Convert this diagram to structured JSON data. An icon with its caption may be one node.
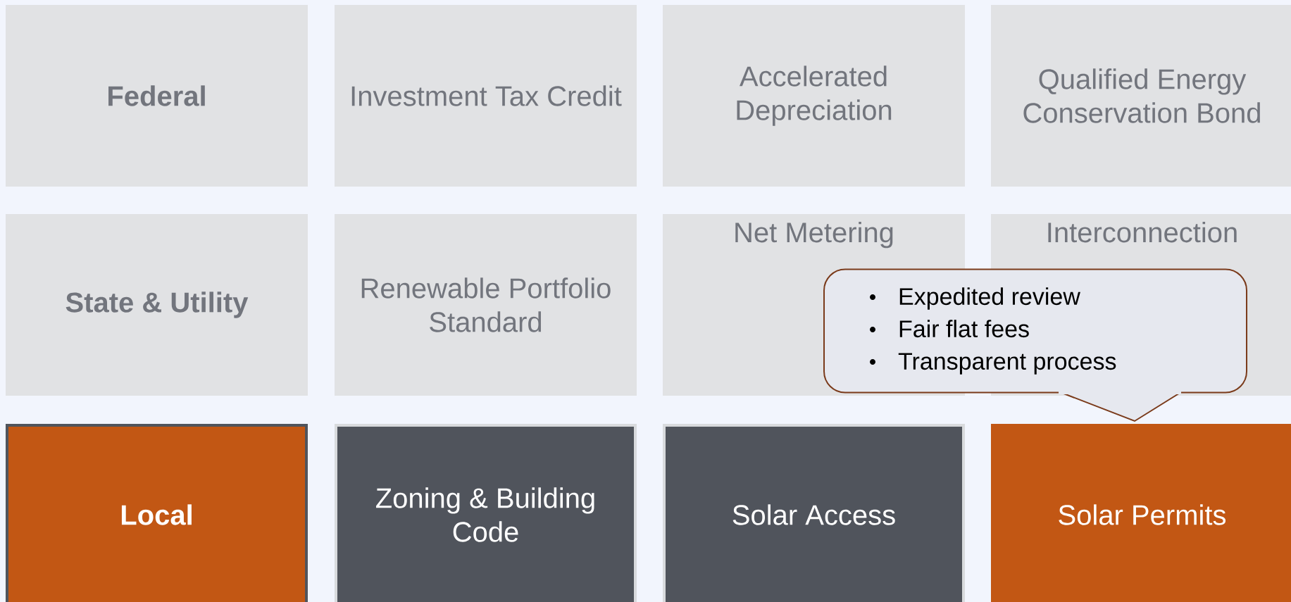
{
  "diagram": {
    "nodes": [
      {
        "text": [
          "Federal"
        ]
      },
      {
        "text": [
          "Investment Tax Credit"
        ]
      },
      {
        "text": [
          "Accelerated Depreciation"
        ]
      },
      {
        "text": [
          "Qualified Energy Conservation Bond"
        ]
      },
      {
        "text": [
          "State & Utility"
        ]
      },
      {
        "text": [
          "Renewable Portfolio Standard"
        ]
      },
      {
        "text": [
          "Net Metering"
        ]
      },
      {
        "text": [
          "Interconnection"
        ]
      },
      {
        "text": [
          "Local"
        ]
      },
      {
        "text": [
          "Zoning & Building Code"
        ]
      },
      {
        "text": [
          "Solar Access"
        ]
      },
      {
        "text": [
          "Solar Permits"
        ]
      },
      {
        "text": [
          "Expedited review",
          "Fair flat fees",
          "Transparent process"
        ]
      }
    ]
  }
}
